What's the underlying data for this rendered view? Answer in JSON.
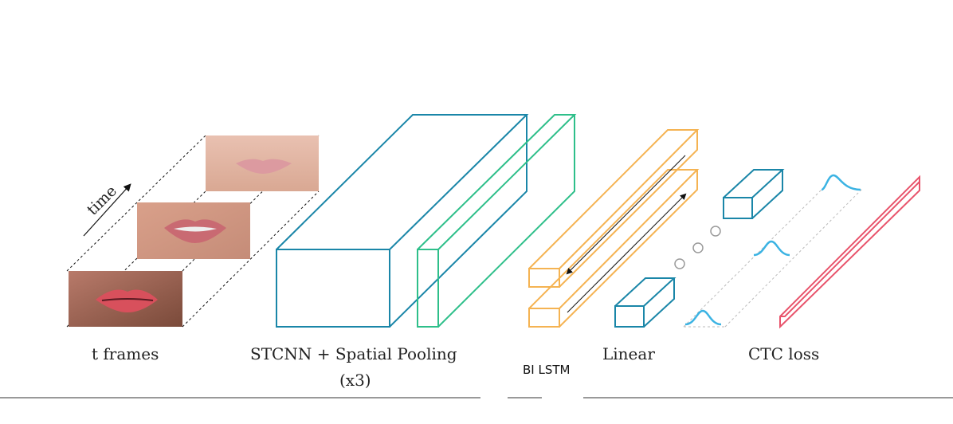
{
  "labels": {
    "frames": "t frames",
    "time": "time",
    "stcnn_line1": "STCNN + Spatial Pooling",
    "stcnn_line2": "(x3)",
    "bilstm": "BI LSTM",
    "linear": "Linear",
    "ctc": "CTC loss"
  },
  "colors": {
    "stcnn": "#1a86a8",
    "pooling": "#2ebf8a",
    "lstm": "#f5b352",
    "linear": "#1a86a8",
    "ctc_curve": "#3bb3e3",
    "ctc_box": "#e8536b",
    "dots": "#9a9a9a",
    "dashes": "#bbbbbb",
    "lip_skin": "#e2b49f",
    "lip_color": "#d96a7a"
  },
  "icons": {
    "frames": "mouth-frame-image",
    "arrows": "bidirectional-arrow-icon",
    "gaussian": "gaussian-curve-icon"
  }
}
